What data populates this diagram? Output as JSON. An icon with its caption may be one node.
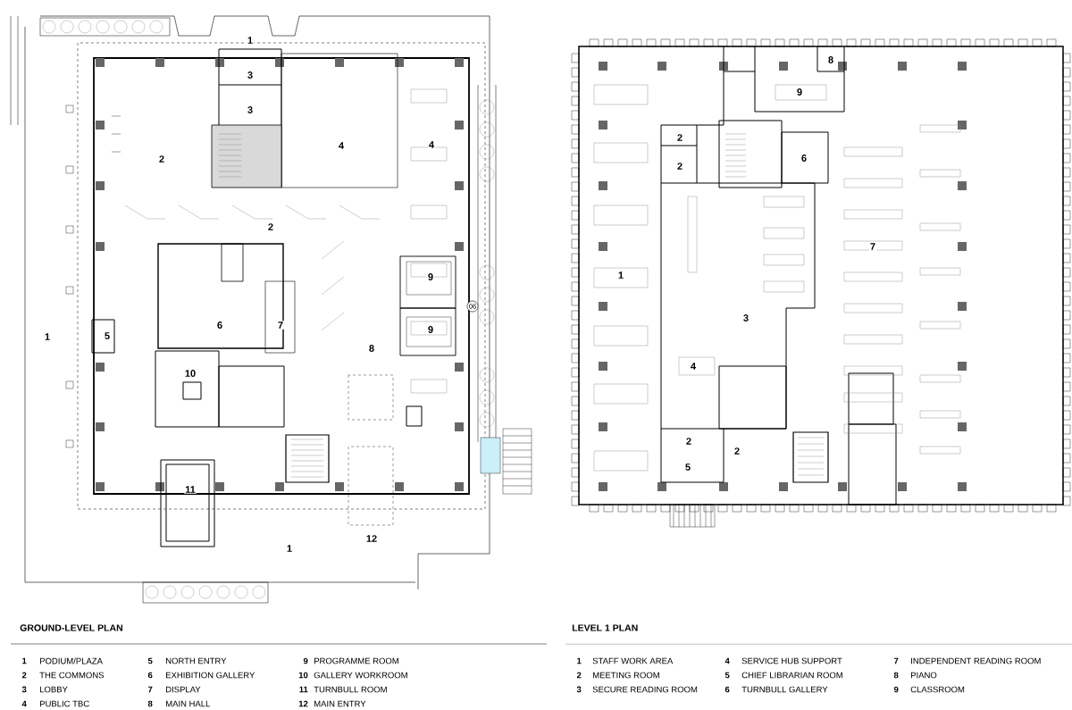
{
  "diagram": {
    "labels": [
      "1",
      "3",
      "3",
      "4",
      "4",
      "2",
      "2",
      "9",
      "06",
      "6",
      "7",
      "1",
      "5",
      "9",
      "8",
      "10",
      "11",
      "12",
      "1",
      "8",
      "9",
      "2",
      "6",
      "2",
      "7",
      "1",
      "3",
      "4",
      "2",
      "2",
      "5",
      "GROUND-LEVEL PLAN",
      "1",
      "PODIUM/PLAZA",
      "5",
      "NORTH ENTRY",
      "9",
      "PROGRAMME ROOM",
      "2",
      "THE COMMONS",
      "6",
      "EXHIBITION GALLERY",
      "10",
      "GALLERY WORKROOM",
      "3",
      "LOBBY",
      "7",
      "DISPLAY",
      "11",
      "TURNBULL ROOM",
      "4",
      "PUBLIC TBC",
      "8",
      "MAIN HALL",
      "12",
      "MAIN ENTRY",
      "LEVEL 1 PLAN",
      "1",
      "STAFF WORK AREA",
      "4",
      "SERVICE HUB SUPPORT",
      "7",
      "INDEPENDENT READING ROOM",
      "2",
      "MEETING ROOM",
      "5",
      "CHIEF LIBRARIAN ROOM",
      "8",
      "PIANO",
      "3",
      "SECURE READING ROOM",
      "6",
      "TURNBULL GALLERY",
      "9",
      "CLASSROOM"
    ]
  }
}
